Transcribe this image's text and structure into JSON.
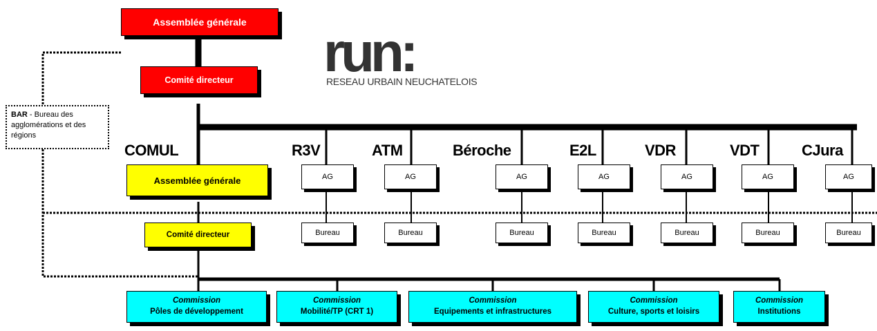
{
  "top": {
    "assemblee_generale": "Assemblée générale",
    "comite_directeur": "Comité directeur"
  },
  "logo": {
    "mark": "run:",
    "text": "RESEAU URBAIN NEUCHATELOIS"
  },
  "bar": {
    "abbr": "BAR",
    "desc": "- Bureau des agglomérations et des régions"
  },
  "comul": {
    "header": "COMUL",
    "assemblee_generale": "Assemblée générale",
    "comite_directeur": "Comité directeur"
  },
  "regions": [
    {
      "name": "R3V",
      "ag": "AG",
      "bureau": "Bureau"
    },
    {
      "name": "ATM",
      "ag": "AG",
      "bureau": "Bureau"
    },
    {
      "name": "Béroche",
      "ag": "AG",
      "bureau": "Bureau"
    },
    {
      "name": "E2L",
      "ag": "AG",
      "bureau": "Bureau"
    },
    {
      "name": "VDR",
      "ag": "AG",
      "bureau": "Bureau"
    },
    {
      "name": "VDT",
      "ag": "AG",
      "bureau": "Bureau"
    },
    {
      "name": "CJura",
      "ag": "AG",
      "bureau": "Bureau"
    }
  ],
  "commissions": [
    {
      "title": "Commission",
      "sub": "Pôles de développement"
    },
    {
      "title": "Commission",
      "sub": "Mobilité/TP  (CRT 1)"
    },
    {
      "title": "Commission",
      "sub": "Equipements et infrastructures"
    },
    {
      "title": "Commission",
      "sub": "Culture, sports et loisirs"
    },
    {
      "title": "Commission",
      "sub": "Institutions"
    }
  ],
  "colors": {
    "top_level": "#ff0000",
    "comul": "#ffff00",
    "commission": "#00ffff",
    "region_box": "#ffffff"
  }
}
